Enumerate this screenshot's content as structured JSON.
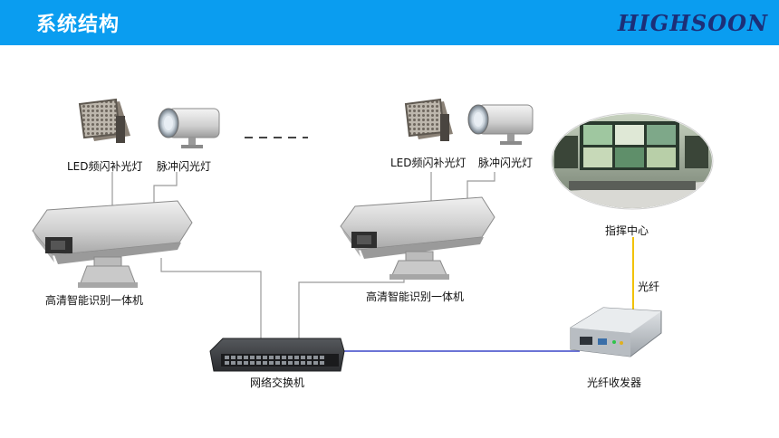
{
  "header": {
    "title": "系统结构",
    "logo_text": "HIGHSOON",
    "background_color": "#0a9df0"
  },
  "labels": {
    "led_light_left": "LED频闪补光灯",
    "pulse_light_left": "脉冲闪光灯",
    "camera_left": "高清智能识别一体机",
    "led_light_right": "LED频闪补光灯",
    "pulse_light_right": "脉冲闪光灯",
    "camera_right": "高清智能识别一体机",
    "command_center": "指挥中心",
    "fiber": "光纤",
    "fiber_transceiver": "光纤收发器",
    "network_switch": "网络交换机"
  },
  "colors": {
    "cable_gray": "#9a9a9a",
    "link_blue": "#3b46c8",
    "fiber_yellow": "#f2c200"
  }
}
